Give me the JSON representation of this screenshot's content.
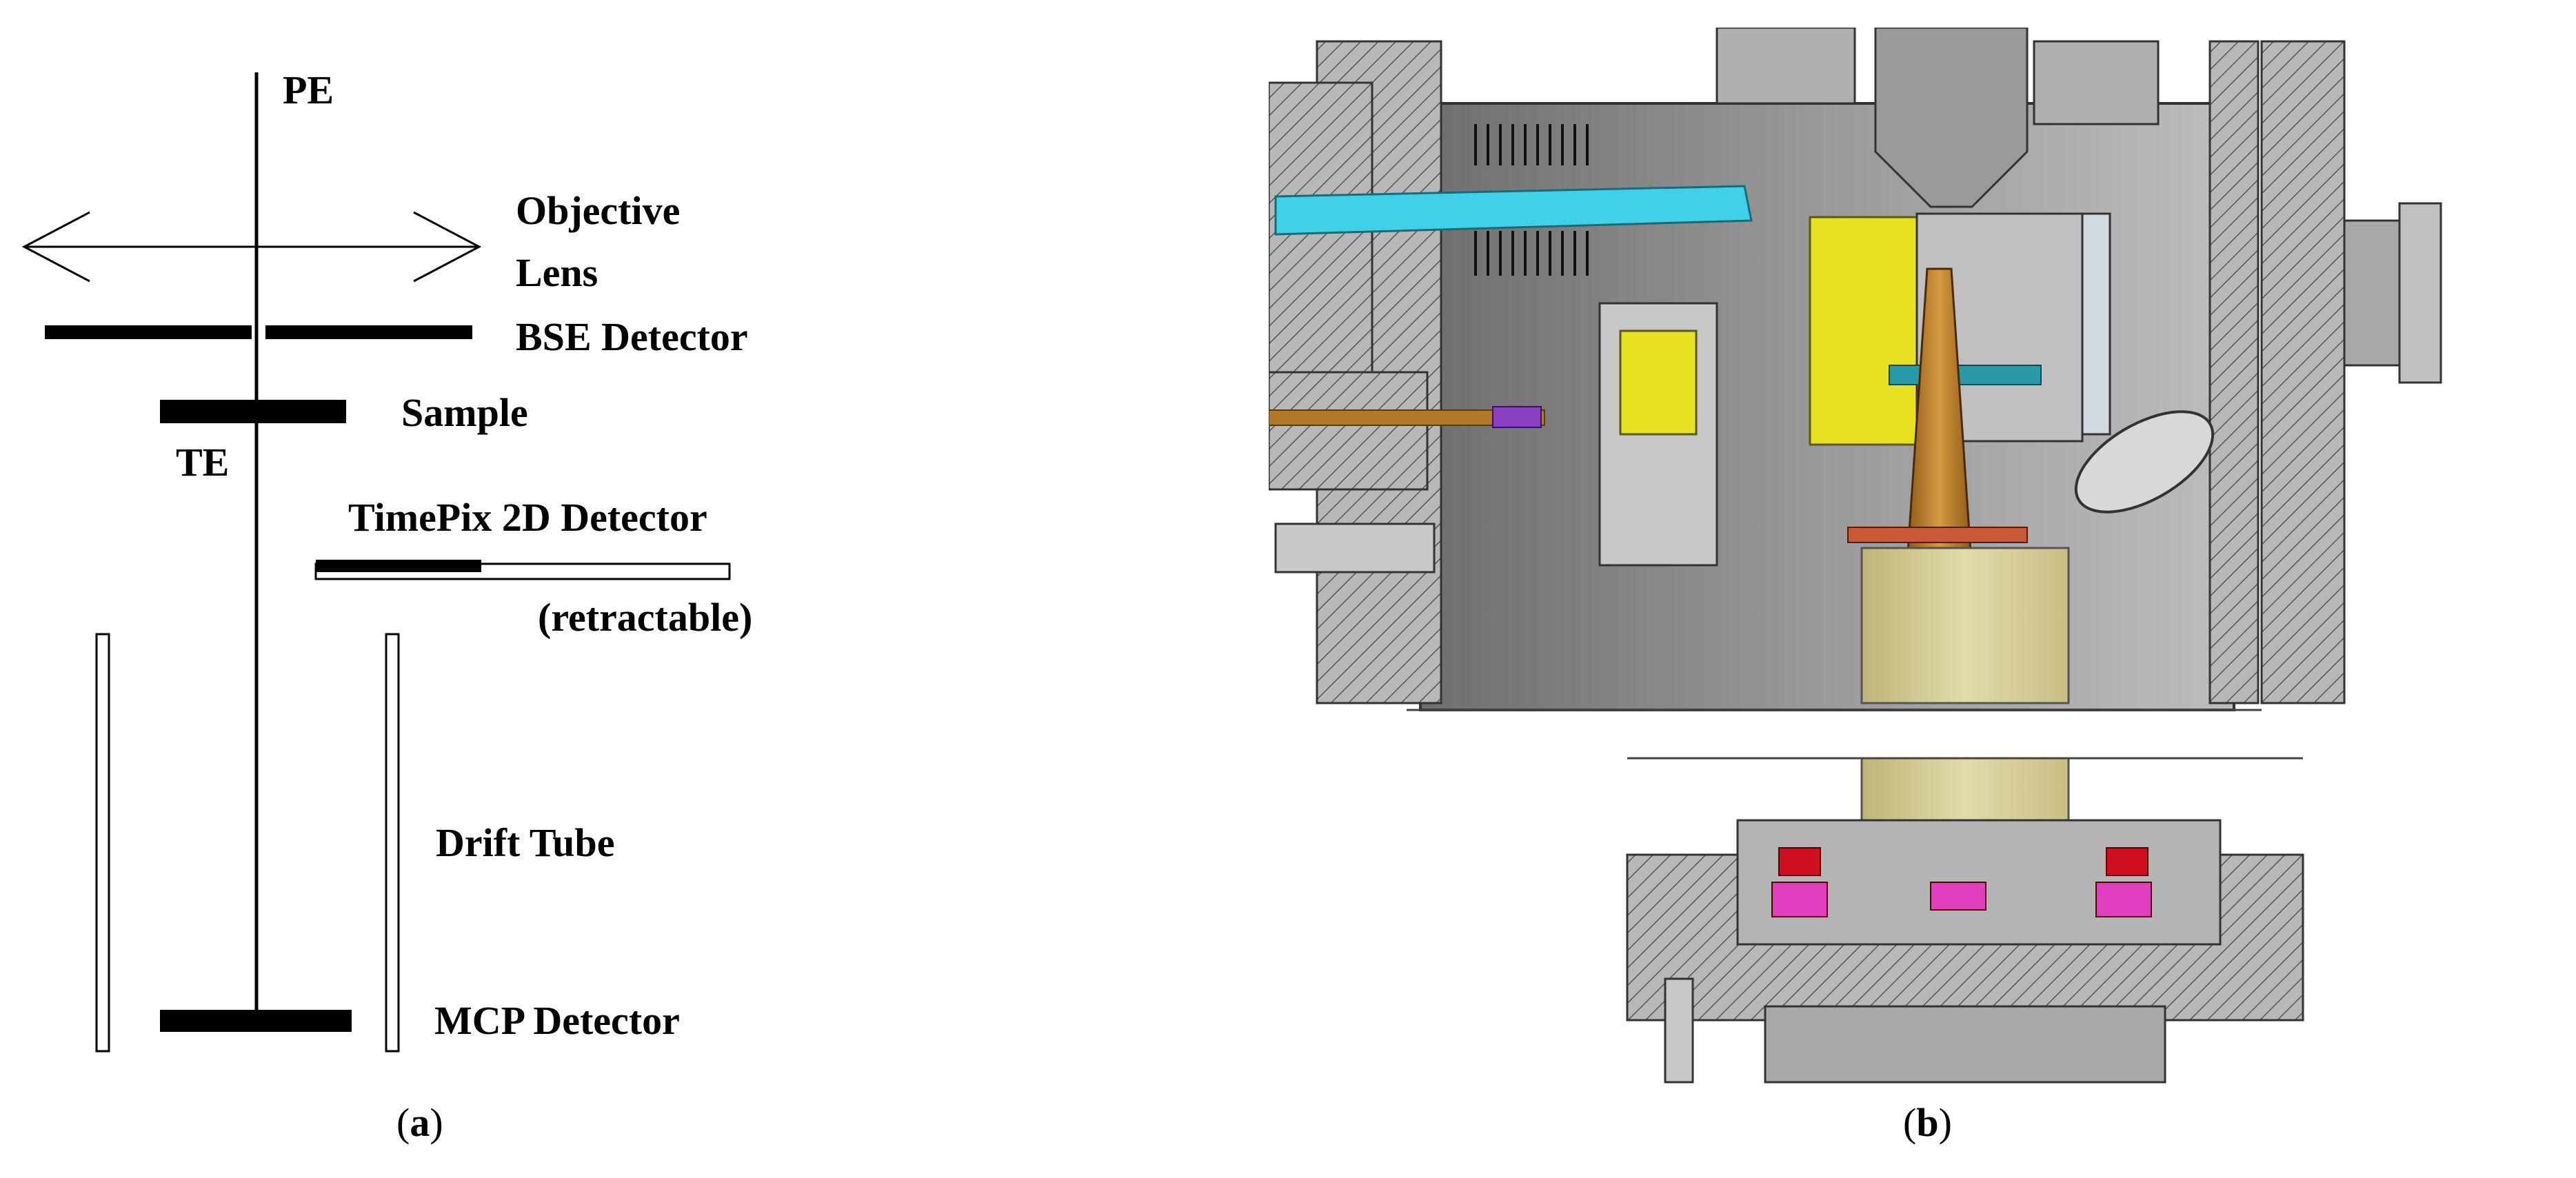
{
  "panel_a": {
    "labels": {
      "pe": "PE",
      "objective": "Objective",
      "lens": "Lens",
      "bse": "BSE Detector",
      "sample": "Sample",
      "te": "TE",
      "timepix": "TimePix 2D Detector",
      "retractable": "(retractable)",
      "drift": "Drift Tube",
      "mcp": "MCP Detector"
    },
    "caption_letter": "a"
  },
  "panel_b": {
    "caption_letter": "b",
    "colors": {
      "steel": "#7d7d7d",
      "steel_light": "#b8b8b8",
      "cyan": "#40d0e8",
      "yellow": "#e8e020",
      "bronze": "#b07a2a",
      "brass": "#d8cf9a",
      "red": "#d01020",
      "magenta": "#e040c0",
      "purple": "#8a40c0",
      "teal": "#2a9aa8"
    }
  }
}
